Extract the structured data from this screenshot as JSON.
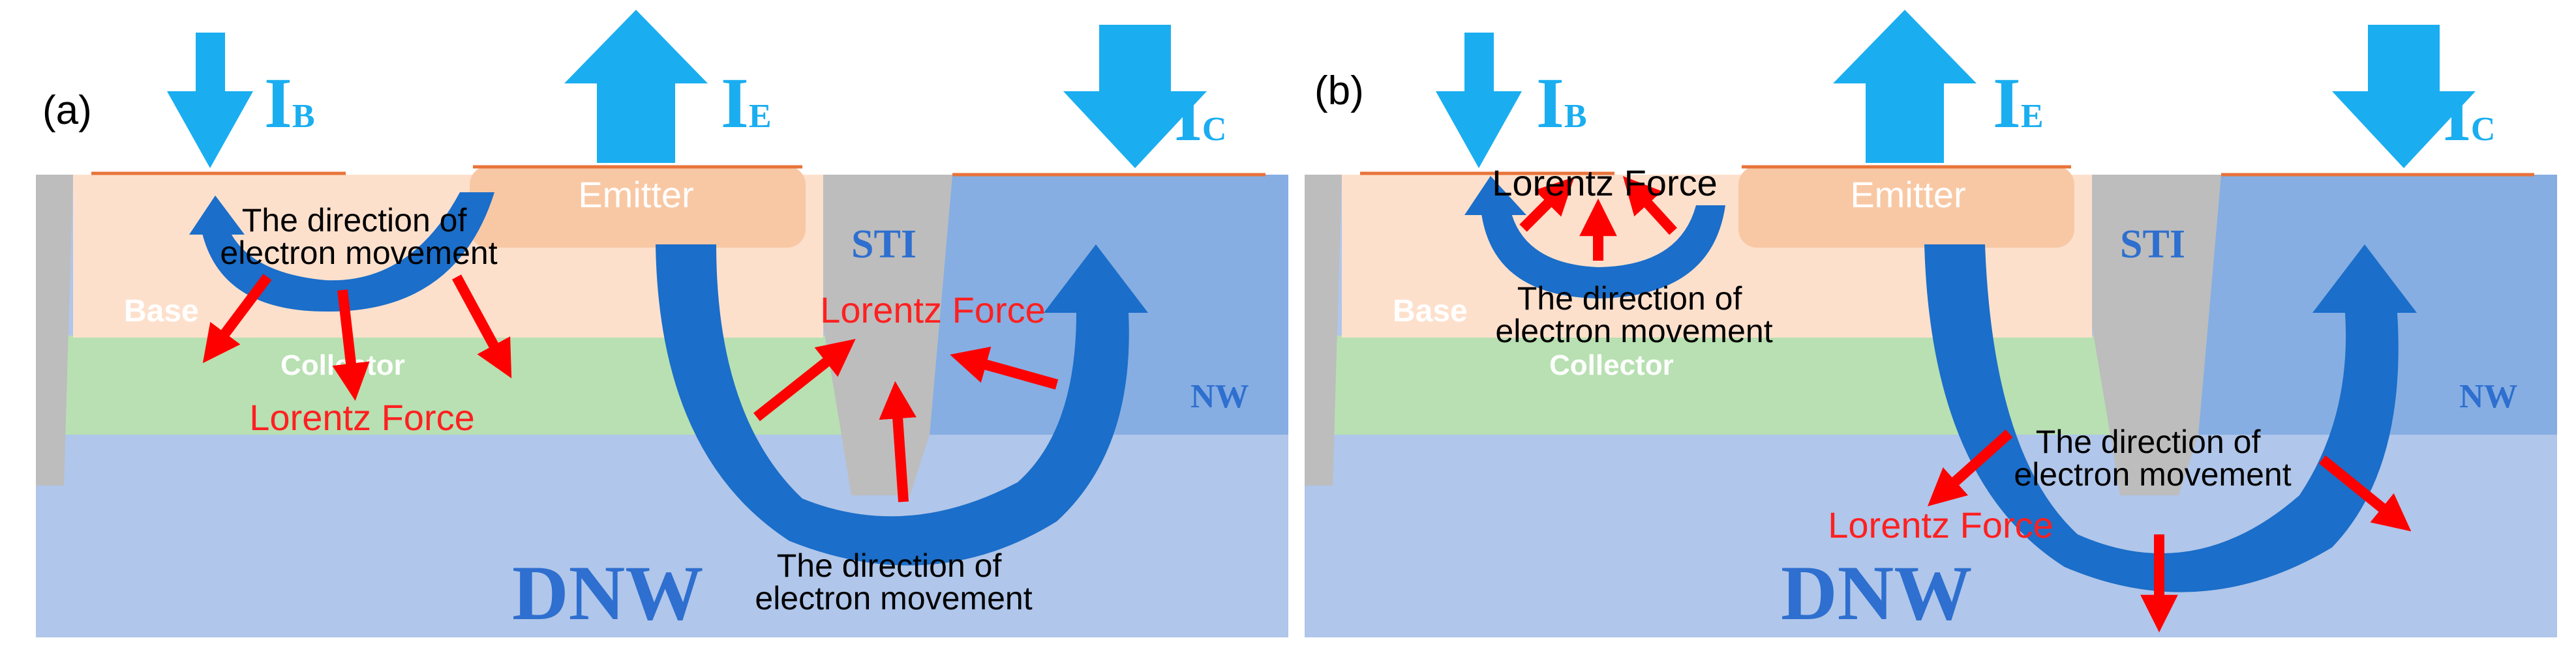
{
  "colors": {
    "current_arrow": "#1aaef0",
    "electron_arrow": "#1b6ec9",
    "force_arrow": "#ff0000",
    "base_region": "#fde0cc",
    "collector_region": "#b8e0b2",
    "dnw_region": "#b0c6ea",
    "nw_region": "#86aee2",
    "sti_region": "#bdbdbd",
    "emitter_region": "#f8c8a4",
    "contact_line": "#e8733a",
    "region_text_dark": "#2e6fcf",
    "region_text_light": "#ffffff"
  },
  "panels": [
    {
      "id": "a",
      "tag": "(a)",
      "current_labels": {
        "base": "I",
        "base_sub": "B",
        "emitter": "I",
        "emitter_sub": "E",
        "collector": "I",
        "collector_sub": "C"
      },
      "regions": {
        "emitter": "Emitter",
        "sti": "STI",
        "base": "Base",
        "collector": "Collector",
        "nw": "NW",
        "dnw": "DNW"
      },
      "annotations": {
        "electron_small": [
          "The direction of",
          "electron movement"
        ],
        "electron_large": [
          "The direction of",
          "electron movement"
        ],
        "force_small": "Lorentz Force",
        "force_large": "Lorentz Force"
      }
    },
    {
      "id": "b",
      "tag": "(b)",
      "current_labels": {
        "base": "I",
        "base_sub": "B",
        "emitter": "I",
        "emitter_sub": "E",
        "collector": "I",
        "collector_sub": "C"
      },
      "regions": {
        "emitter": "Emitter",
        "sti": "STI",
        "base": "Base",
        "collector": "Collector",
        "nw": "NW",
        "dnw": "DNW"
      },
      "annotations": {
        "force_small": "Lorentz Force",
        "electron_small": [
          "The direction of",
          "electron movement"
        ],
        "electron_large": [
          "The direction of",
          "electron movement"
        ],
        "force_large": "Lorentz Force"
      }
    }
  ]
}
